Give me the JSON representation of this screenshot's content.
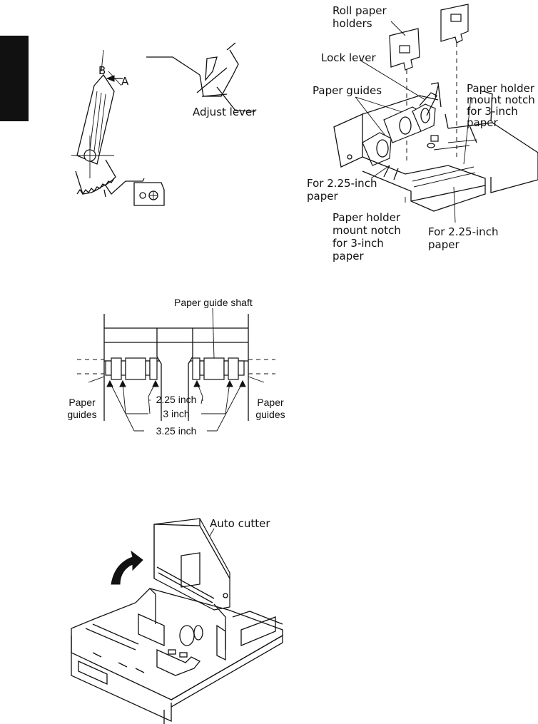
{
  "fig1": {
    "label_b": "B",
    "label_a": "A",
    "adjust_lever": "Adjust lever"
  },
  "fig2": {
    "roll_paper_holders": "Roll paper\nholders",
    "lock_lever": "Lock lever",
    "paper_guides": "Paper guides",
    "notch_3inch_right": "Paper holder\nmount notch\nfor 3-inch\npaper",
    "for_225_left": "For 2.25-inch\npaper",
    "notch_3inch_bottom": "Paper holder\nmount notch\nfor 3-inch\npaper",
    "for_225_right": "For 2.25-inch\npaper"
  },
  "fig3": {
    "paper_guide_shaft": "Paper guide shaft",
    "paper_guides_left": "Paper\nguides",
    "paper_guides_right": "Paper\nguides",
    "width_225": "2.25 inch",
    "width_3": "3 inch",
    "width_325": "3.25 inch"
  },
  "fig4": {
    "auto_cutter": "Auto cutter"
  }
}
